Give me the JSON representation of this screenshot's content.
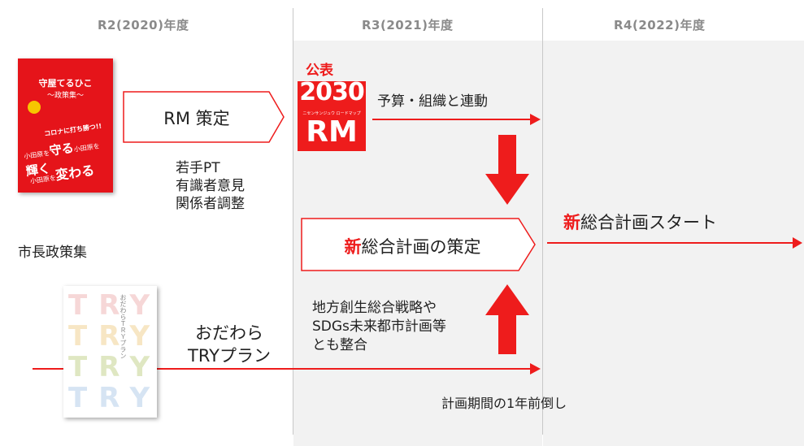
{
  "columns": [
    {
      "label": "R2(2020)年度"
    },
    {
      "label": "R3(2021)年度"
    },
    {
      "label": "R4(2022)年度"
    }
  ],
  "policy_book": {
    "title": "守屋てるひこ",
    "subtitle": "〜政策集〜",
    "banner": "コロナに打ち勝つ!!",
    "line1_pre": "小田原を",
    "line1_main": "守る",
    "line1_mid": "小田原を",
    "line1_main2": "輝く",
    "line2_pre": "小田原を",
    "line2_main": "変わる",
    "caption": "市長政策集"
  },
  "rm_process": {
    "label": "RM 策定",
    "notes": [
      "若手PT",
      "有識者意見",
      "関係者調整"
    ]
  },
  "rm_logo": {
    "announce": "公表",
    "year": "2030",
    "sub": "ニセンサンジュウ ロードマップ",
    "rm": "RM"
  },
  "budget_link": "予算・組織と連動",
  "new_plan": {
    "prefix": "新",
    "label": "総合計画の策定"
  },
  "new_start": {
    "prefix": "新",
    "label": "総合計画スタート"
  },
  "try_book": {
    "letters": [
      "TRY",
      "TRY",
      "TRY",
      "TRY"
    ],
    "title_vertical": "おだわらＴＲＹプラン",
    "caption_line1": "おだわら",
    "caption_line2": "TRYプラン"
  },
  "align_note": [
    "地方創生総合戦略や",
    "SDGs未来都市計画等",
    "とも整合"
  ],
  "advance_note": "計画期間の1年前倒し",
  "colors": {
    "accent_red": "#ee1c1c",
    "header_gray": "#8a8a8a",
    "column_shade": "#f2f2f2"
  }
}
